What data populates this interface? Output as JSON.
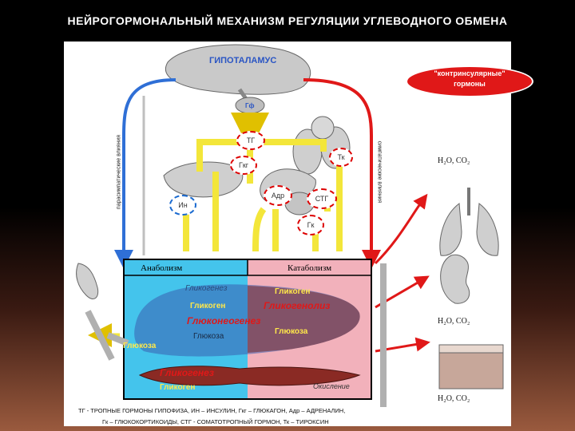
{
  "title": "НЕЙРОГОРМОНАЛЬНЫЙ МЕХАНИЗМ РЕГУЛЯЦИИ УГЛЕВОДНОГО ОБМЕНА",
  "hypothalamus": "ГИПОТАЛАМУС",
  "contrainsular": [
    "\"контринсулярные\"",
    "гормоны"
  ],
  "pituitary": "Гф",
  "left_side_label": "парасимпатические влияния",
  "right_side_label": "симпатические влияния",
  "hormones": {
    "tg": "ТГ",
    "tk": "Тк",
    "gkg": "Гкг",
    "in": "Ин",
    "adr": "Адр",
    "stg": "СТГ",
    "gk": "Гк"
  },
  "anabolism": "Анаболизм",
  "catabolism": "Катаболизм",
  "anabolic": {
    "glycogenesis_faded": "Гликогенез",
    "glycogen": "Гликоген",
    "gluconeogenesis": "Глюконеогенез",
    "glucose": "Глюкоза"
  },
  "catabolic": {
    "glycogen": "Гликоген",
    "glycogenolysis": "Гликогенолиз",
    "glucose": "Глюкоза"
  },
  "bottom": {
    "glucose": "Глюкоза",
    "glycogenesis": "Гликогенез",
    "glycogen": "Гликоген",
    "oxidation": "Окисление"
  },
  "outputs": [
    "H₂O, CO₂",
    "H₂O, CO₂",
    "H₂O, CO₂"
  ],
  "footer": [
    "ТГ - ТРОПНЫЕ ГОРМОНЫ ГИПОФИЗА, ИН – ИНСУЛИН, Гкг – ГЛЮКАГОН, Адр – АДРЕНАЛИН,",
    "Гк – ГЛЮКОКОРТИКОИДЫ, СТГ - СОМАТОТРОПНЫЙ ГОРМОН, Тк – ТИРОКСИН"
  ],
  "colors": {
    "arrow_yellow": "#f3e63a",
    "arrow_red": "#e01818",
    "nerve_blue": "#2f6fd6",
    "liver_blue": "#1fa7d8",
    "liver_pink": "#f4b9c0",
    "badge_border": "#dd0000"
  }
}
